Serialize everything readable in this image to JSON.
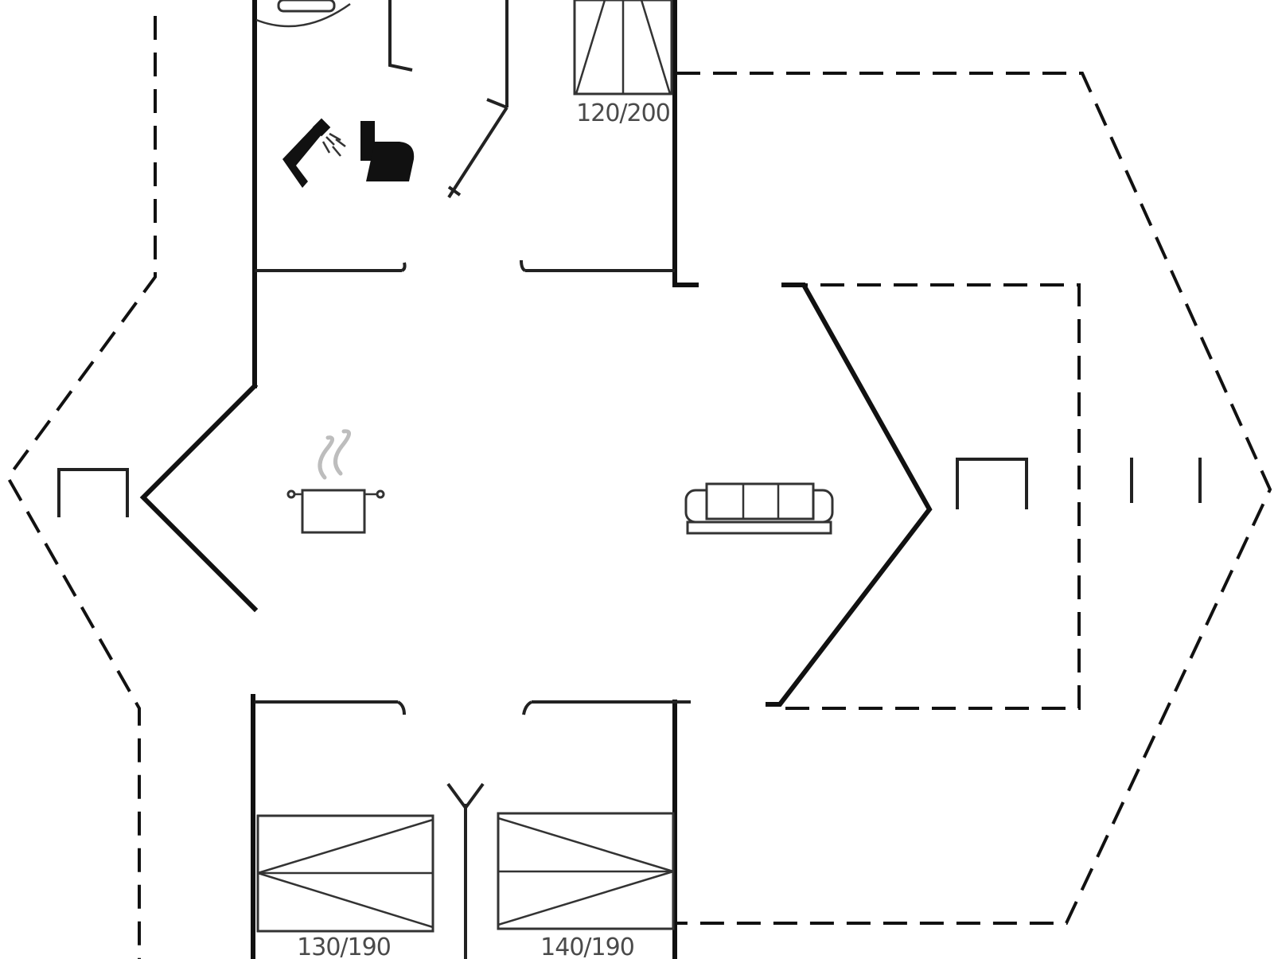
{
  "plan": {
    "beds": [
      {
        "size": "120/200"
      },
      {
        "size": "130/190"
      },
      {
        "size": "140/190"
      }
    ],
    "icons": [
      "shower-icon",
      "toilet-icon",
      "cooking-pot-icon",
      "sofa-icon",
      "washbasin-icon",
      "window-icon",
      "entrance-marker-icon"
    ]
  }
}
